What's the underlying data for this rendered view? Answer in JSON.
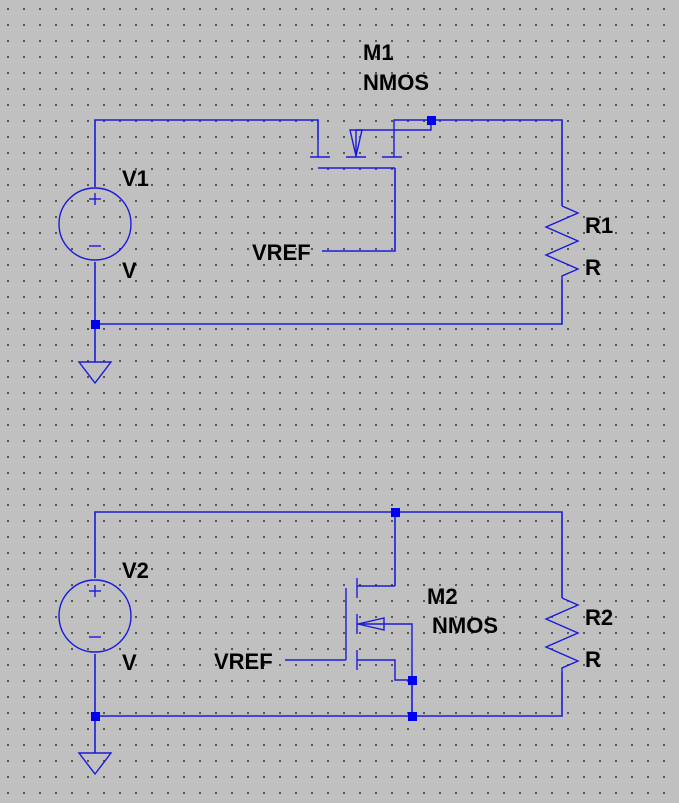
{
  "circuit_1": {
    "source": {
      "name": "V1",
      "value": "V"
    },
    "transistor": {
      "name": "M1",
      "model": "NMOS"
    },
    "gate_net": "VREF",
    "resistor": {
      "name": "R1",
      "value": "R"
    }
  },
  "circuit_2": {
    "source": {
      "name": "V2",
      "value": "V"
    },
    "transistor": {
      "name": "M2",
      "model": "NMOS"
    },
    "gate_net": "VREF",
    "resistor": {
      "name": "R2",
      "value": "R"
    }
  },
  "colors": {
    "wire": "#1a1adc",
    "junction": "#0000f0",
    "background": "#c0c0c0",
    "text": "#000000"
  }
}
